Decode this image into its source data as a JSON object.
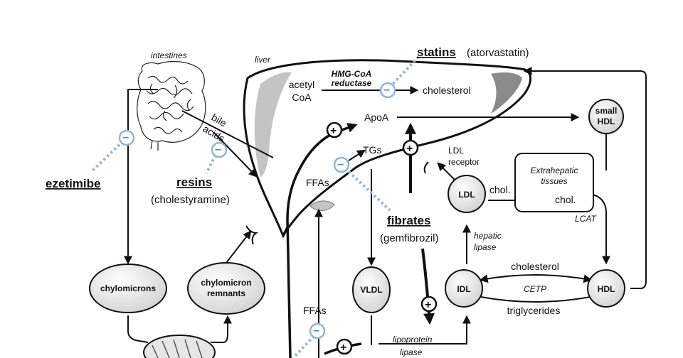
{
  "labels": {
    "intestines": "intestines",
    "liver": "liver",
    "hmg_line1": "HMG-CoA",
    "hmg_line2": "reductase",
    "acetyl": "acetyl",
    "coa": "CoA",
    "cholesterol_liver": "cholesterol",
    "apoa": "ApoA",
    "tgs": "TGs",
    "ffas_top": "FFAs",
    "ffas_bottom": "FFAs",
    "bile": "bile",
    "acids": "acids",
    "ldl_receptor_1": "LDL",
    "ldl_receptor_2": "receptor",
    "extra_1": "Extrahepatic",
    "extra_2": "tissues",
    "chol_left": "chol.",
    "chol_right": "chol.",
    "lcat": "LCAT",
    "hepatic": "hepatic",
    "lipase": "lipase",
    "cholesterol_cetp": "cholesterol",
    "cetp": "CETP",
    "triglycerides": "triglycerides",
    "lipoprotein": "lipoprotein",
    "lipase_bottom": "lipase"
  },
  "drugs": {
    "statins": "statins",
    "statins_example": "(atorvastatin)",
    "ezetimibe": "ezetimibe",
    "resins": "resins",
    "resins_example": "(cholestyramine)",
    "fibrates": "fibrates",
    "fibrates_example": "(gemfibrozil)"
  },
  "nodes": {
    "small_hdl_1": "small",
    "small_hdl_2": "HDL",
    "ldl": "LDL",
    "idl": "IDL",
    "hdl": "HDL",
    "vldl": "VLDL",
    "chylomicrons": "chylomicrons",
    "remnants_1": "chylomicron",
    "remnants_2": "remnants"
  },
  "symbols": {
    "plus": "+",
    "minus": "−"
  },
  "colors": {
    "inhibition": "#8fb4dc",
    "liver_shade": "#c4c4c4",
    "liver_dark": "#8a8a8a",
    "node_fill": "#e6e6e6",
    "stroke": "#111111"
  }
}
